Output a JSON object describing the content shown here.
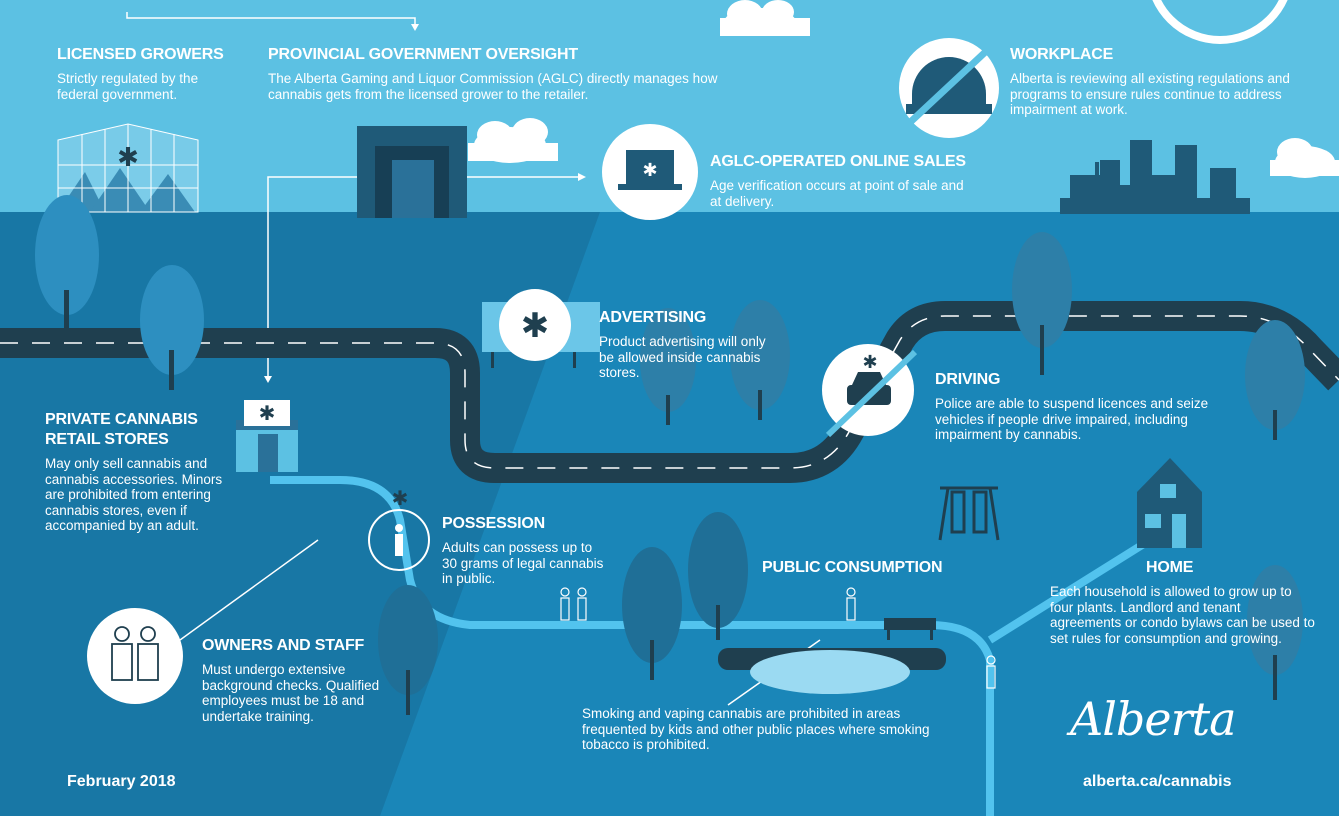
{
  "colors": {
    "sky": "#5cc1e3",
    "water": "#1a86b8",
    "road": "#1f3f4f",
    "tree": "#2d7fa8",
    "tree_dark": "#1f6f97",
    "path": "#52c3ee",
    "white": "#ffffff"
  },
  "sections": {
    "licensed_growers": {
      "title": "LICENSED GROWERS",
      "body": "Strictly regulated by the federal government."
    },
    "government_oversight": {
      "title": "PROVINCIAL GOVERNMENT OVERSIGHT",
      "body": "The Alberta Gaming and Liquor Commission (AGLC) directly manages how cannabis gets from the licensed grower to the retailer."
    },
    "workplace": {
      "title": "WORKPLACE",
      "body": "Alberta is reviewing all existing regulations and programs to ensure rules continue to address impairment at work."
    },
    "online_sales": {
      "title": "AGLC-OPERATED ONLINE SALES",
      "body": "Age verification occurs at point of sale and at delivery."
    },
    "advertising": {
      "title": "ADVERTISING",
      "body": "Product advertising will only be allowed inside cannabis stores."
    },
    "driving": {
      "title": "DRIVING",
      "body": "Police are able to suspend licences and seize vehicles if people drive impaired, including impairment by cannabis."
    },
    "retail_stores": {
      "title": "PRIVATE CANNABIS RETAIL STORES",
      "body": "May only sell cannabis and cannabis accessories. Minors are prohibited from entering cannabis stores, even if accompanied by an adult."
    },
    "possession": {
      "title": "POSSESSION",
      "body": "Adults can possess up to 30 grams of legal cannabis in public."
    },
    "public_consumption": {
      "title": "PUBLIC CONSUMPTION",
      "body": "Smoking and vaping cannabis are prohibited in areas frequented by kids and other public places where smoking tobacco is prohibited."
    },
    "home": {
      "title": "HOME",
      "body": "Each household is allowed to grow up to four plants. Landlord and tenant agreements or condo bylaws can be used to set rules for consumption and growing."
    },
    "owners_staff": {
      "title": "OWNERS AND STAFF",
      "body": "Must undergo extensive background checks. Qualified employees must be 18 and undertake training."
    }
  },
  "footer": {
    "date": "February 2018",
    "url": "alberta.ca/cannabis",
    "logo_text": "Alberta"
  },
  "icons": {
    "leaf": "cannabis-leaf-icon",
    "hardhat": "hard-hat-icon",
    "car": "car-icon",
    "person": "person-icon",
    "staff": "staff-icon",
    "laptop": "laptop-icon"
  }
}
